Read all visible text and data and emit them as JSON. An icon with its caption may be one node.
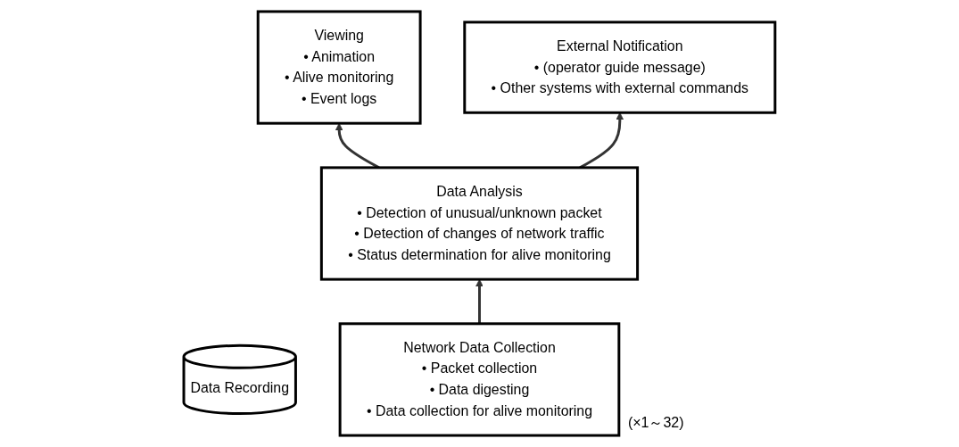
{
  "diagram": {
    "nodes": [
      {
        "text": [
          "Viewing",
          "• Animation",
          "• Alive monitoring",
          "• Event logs"
        ]
      },
      {
        "text": [
          "External Notification",
          "• (operator guide message)",
          "• Other systems with external commands"
        ]
      },
      {
        "text": [
          "Data Analysis",
          "• Detection of unusual/unknown packet",
          "• Detection of changes of network traffic",
          "• Status determination for alive monitoring"
        ]
      },
      {
        "text": [
          "Data Recording"
        ]
      },
      {
        "text": [
          "Network Data Collection",
          "• Packet collection",
          "• Data digesting",
          "• Data collection for alive monitoring"
        ],
        "beside": [
          "(×1～32)"
        ]
      }
    ],
    "edges": [
      {
        "from": 4,
        "to": 2,
        "arrow": "to"
      },
      {
        "from": 2,
        "to": 0,
        "arrow": "to"
      },
      {
        "from": 2,
        "to": 1,
        "arrow": "to"
      }
    ]
  }
}
